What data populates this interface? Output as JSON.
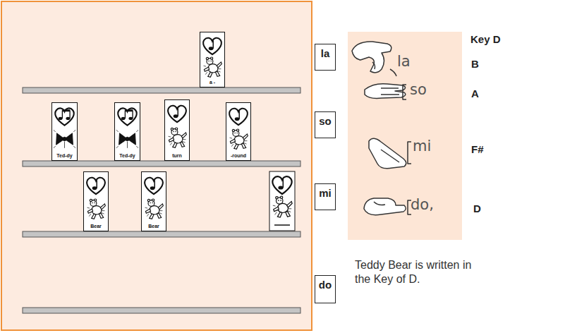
{
  "diagram": {
    "caption": "Teddy Bear is written in the Key of D.",
    "nodes": [
      {
        "text": [
          "a -"
        ]
      },
      {
        "text": [
          "Ted-dy"
        ]
      },
      {
        "text": [
          "Ted-dy"
        ]
      },
      {
        "text": [
          "turn"
        ]
      },
      {
        "text": [
          "-round"
        ]
      },
      {
        "text": [
          "Bear"
        ]
      },
      {
        "text": [
          "Bear"
        ]
      },
      {
        "text": [
          "la"
        ]
      },
      {
        "text": [
          "so"
        ]
      },
      {
        "text": [
          "mi"
        ]
      },
      {
        "text": [
          "do"
        ]
      },
      {
        "text": [
          "la",
          "so",
          "mi",
          "do,"
        ]
      }
    ],
    "labels": [
      "Key D",
      "B",
      "A",
      "F#",
      "D"
    ]
  }
}
